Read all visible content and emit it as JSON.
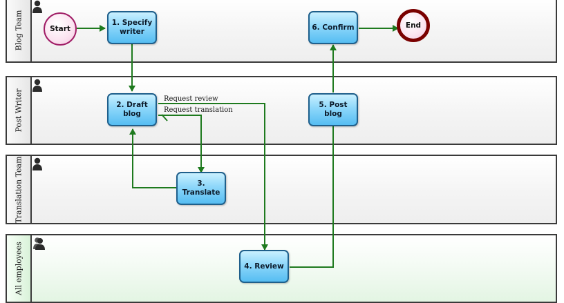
{
  "lanes": [
    {
      "label": "Blog Team"
    },
    {
      "label": "Post Writer"
    },
    {
      "label": "Translation Team"
    },
    {
      "label": "All employees"
    }
  ],
  "events": {
    "start": "Start",
    "end": "End"
  },
  "tasks": {
    "specify_writer": "1. Specify\nwriter",
    "draft_blog": "2. Draft\nblog",
    "translate": "3.\nTranslate",
    "review": "4. Review",
    "post_blog": "5. Post\nblog",
    "confirm": "6. Confirm"
  },
  "edge_labels": {
    "request_review": "Request review",
    "request_translation": "Request translation"
  },
  "colors": {
    "flow": "#1e7a1e",
    "task_border": "#1f5f8b",
    "start_border": "#a01d66",
    "end_border": "#7a0000"
  }
}
